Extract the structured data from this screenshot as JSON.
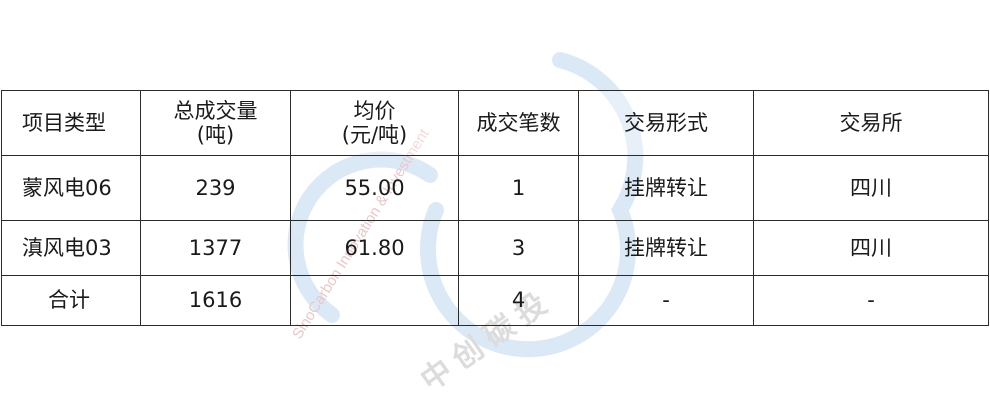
{
  "watermark": {
    "ring_text": "SinoCarbon Innovation & Investment",
    "cn_text": "中 创 碳 投",
    "color": "#d5e6f5"
  },
  "table": {
    "headers": [
      {
        "line1": "项目类型",
        "line2": ""
      },
      {
        "line1": "总成交量",
        "line2": "(吨)"
      },
      {
        "line1": "均价",
        "line2": "(元/吨)"
      },
      {
        "line1": "成交笔数",
        "line2": ""
      },
      {
        "line1": "交易形式",
        "line2": ""
      },
      {
        "line1": "交易所",
        "line2": ""
      }
    ],
    "rows": [
      {
        "project_type": "蒙风电06",
        "volume": "239",
        "avg_price": "55.00",
        "count": "1",
        "form": "挂牌转让",
        "exchange": "四川"
      },
      {
        "project_type": "滇风电03",
        "volume": "1377",
        "avg_price": "61.80",
        "count": "3",
        "form": "挂牌转让",
        "exchange": "四川"
      }
    ],
    "total": {
      "label": "合计",
      "volume": "1616",
      "avg_price": "",
      "count": "4",
      "form": "-",
      "exchange": "-"
    }
  }
}
